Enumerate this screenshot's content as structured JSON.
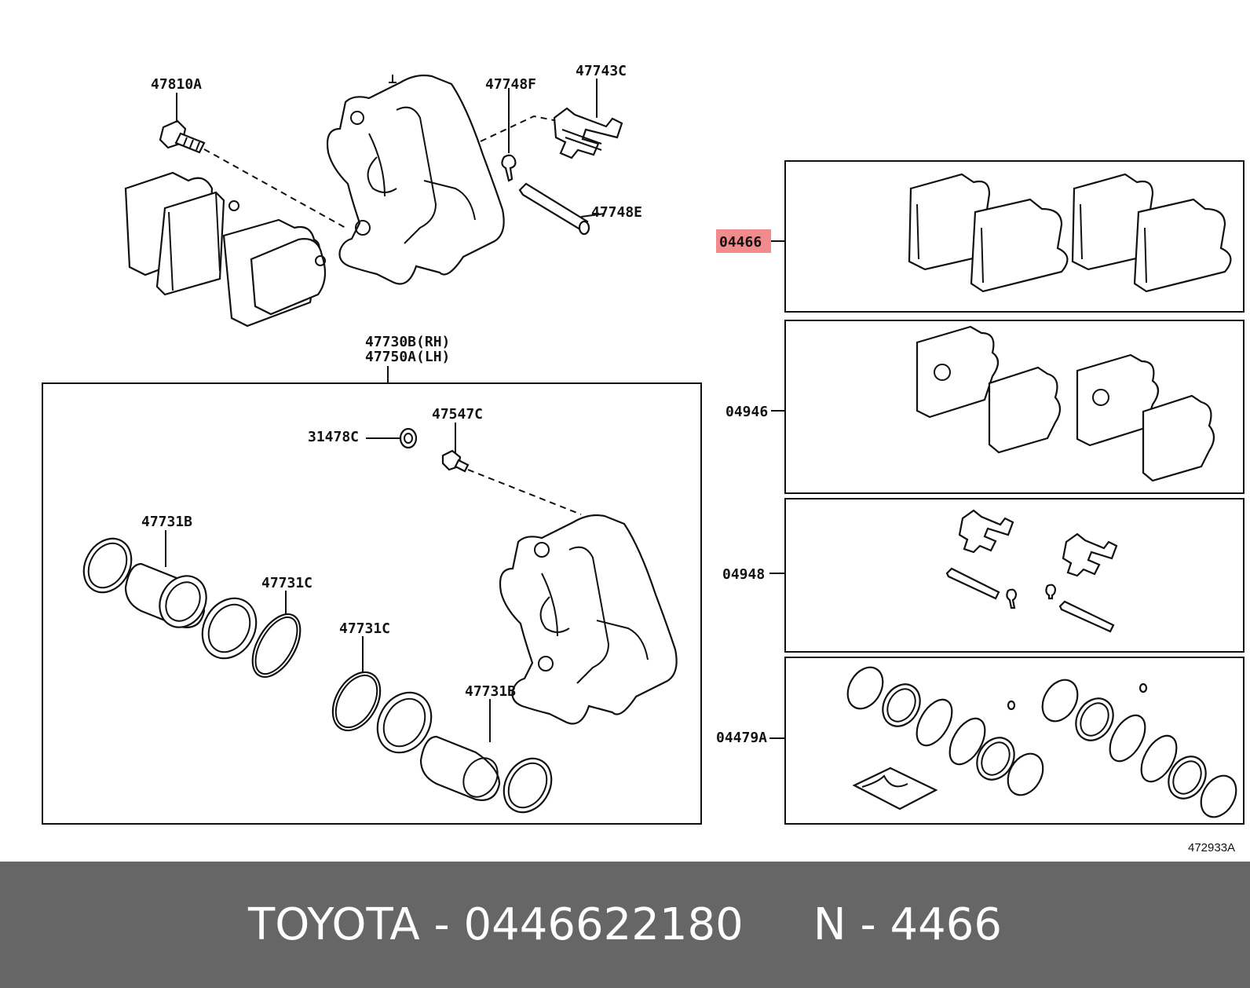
{
  "labels": {
    "l47810A": "47810A",
    "l47748F": "47748F",
    "l47743C": "47743C",
    "l47748E": "47748E",
    "l47730B": "47730B(RH)",
    "l47750A": "47750A(LH)",
    "l47547C": "47547C",
    "l31478C": "31478C",
    "l47731B_a": "47731B",
    "l47731C_a": "47731C",
    "l47731C_b": "47731C",
    "l47731B_b": "47731B",
    "l04466": "04466",
    "l04946": "04946",
    "l04948": "04948",
    "l04479A": "04479A"
  },
  "figure_id": "472933A",
  "highlight_color": "#f28b8b",
  "footer": {
    "text": "TOYOTA - 0446622180     N - 4466"
  }
}
